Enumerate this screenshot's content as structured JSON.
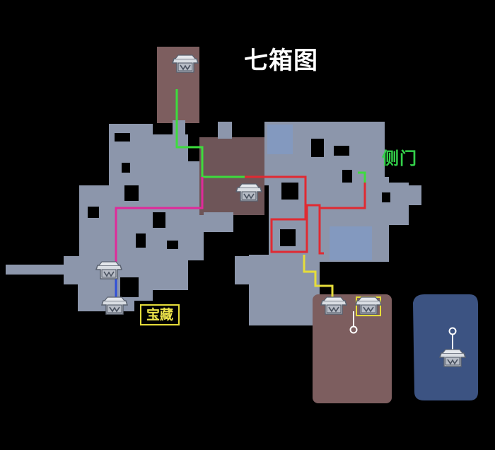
{
  "map": {
    "title": "七箱图",
    "labels": {
      "side_door": "侧门",
      "treasure": "宝藏"
    },
    "chest_count": 7,
    "route_colors": {
      "green": "#3ddc3d",
      "red": "#e02a32",
      "pink": "#e02a9a",
      "blue": "#2f4fd8",
      "yellow": "#e6dd3a"
    },
    "room_colors": {
      "floor": "#8c96ab",
      "brown_room": "#7d5e5f",
      "blue_room": "#3c5382"
    },
    "icons": [
      "chest-icon",
      "ring-icon"
    ]
  }
}
